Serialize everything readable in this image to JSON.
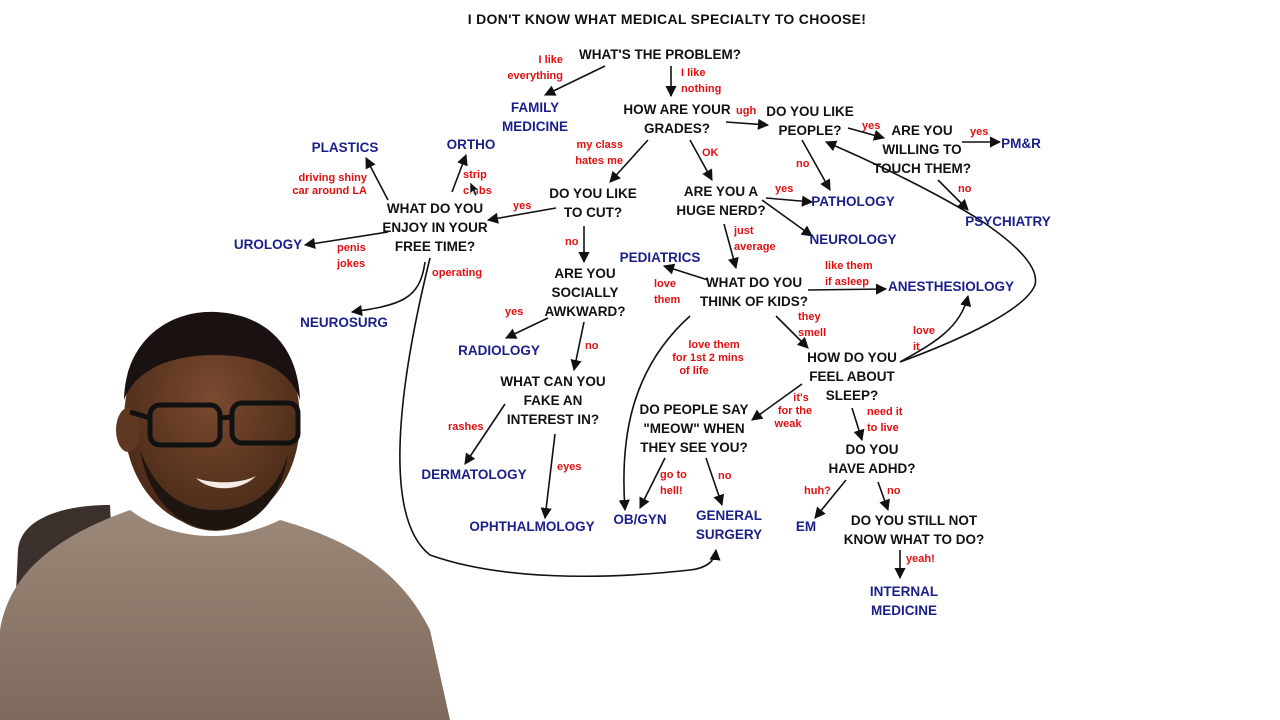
{
  "title": "I DON'T KNOW WHAT MEDICAL SPECIALTY TO CHOOSE!",
  "colors": {
    "question": "#111111",
    "specialty": "#1a1f8a",
    "edge_label": "#e01010",
    "background": "#ffffff"
  },
  "nodes": {
    "problem": [
      "WHAT'S THE PROBLEM?"
    ],
    "grades": [
      "HOW ARE YOUR",
      "GRADES?"
    ],
    "like_people": [
      "DO YOU LIKE",
      "PEOPLE?"
    ],
    "touch": [
      "ARE YOU",
      "WILLING TO",
      "TOUCH THEM?"
    ],
    "cut": [
      "DO YOU LIKE",
      "TO CUT?"
    ],
    "nerd": [
      "ARE YOU A",
      "HUGE NERD?"
    ],
    "free_time": [
      "WHAT DO YOU",
      "ENJOY IN YOUR",
      "FREE TIME?"
    ],
    "awkward": [
      "ARE YOU",
      "SOCIALLY",
      "AWKWARD?"
    ],
    "kids": [
      "WHAT DO YOU",
      "THINK OF KIDS?"
    ],
    "fake": [
      "WHAT CAN YOU",
      "FAKE AN",
      "INTEREST IN?"
    ],
    "sleep": [
      "HOW DO YOU",
      "FEEL ABOUT",
      "SLEEP?"
    ],
    "meow": [
      "DO PEOPLE SAY",
      "\"MEOW\" WHEN",
      "THEY SEE YOU?"
    ],
    "adhd": [
      "DO YOU",
      "HAVE ADHD?"
    ],
    "still": [
      "DO YOU STILL NOT",
      "KNOW WHAT TO DO?"
    ]
  },
  "specialties": {
    "family": [
      "FAMILY",
      "MEDICINE"
    ],
    "pmr": [
      "PM&R"
    ],
    "plastics": [
      "PLASTICS"
    ],
    "ortho": [
      "ORTHO"
    ],
    "pathology": [
      "PATHOLOGY"
    ],
    "psychiatry": [
      "PSYCHIATRY"
    ],
    "urology": [
      "UROLOGY"
    ],
    "neurology": [
      "NEUROLOGY"
    ],
    "pediatrics": [
      "PEDIATRICS"
    ],
    "anesthesiology": [
      "ANESTHESIOLOGY"
    ],
    "neurosurg": [
      "NEUROSURG"
    ],
    "radiology": [
      "RADIOLOGY"
    ],
    "dermatology": [
      "DERMATOLOGY"
    ],
    "ophthalmology": [
      "OPHTHALMOLOGY"
    ],
    "obgyn": [
      "OB/GYN"
    ],
    "general_surgery": [
      "GENERAL",
      "SURGERY"
    ],
    "em": [
      "EM"
    ],
    "internal": [
      "INTERNAL",
      "MEDICINE"
    ]
  },
  "edges": {
    "like_everything": [
      "I like",
      "everything"
    ],
    "like_nothing": [
      "I like",
      "nothing"
    ],
    "ugh": [
      "ugh"
    ],
    "yes_touch": [
      "yes"
    ],
    "yes_pmr": [
      "yes"
    ],
    "no_psych": [
      "no"
    ],
    "no_path": [
      "no"
    ],
    "class_hates": [
      "my class",
      "hates me"
    ],
    "ok": [
      "OK"
    ],
    "strip_clubs": [
      "strip",
      "clubs"
    ],
    "shiny_car": [
      "driving shiny",
      "car around LA"
    ],
    "yes_cut": [
      "yes"
    ],
    "yes_nerd": [
      "yes"
    ],
    "penis_jokes": [
      "penis",
      "jokes"
    ],
    "operating": [
      "operating"
    ],
    "no_cut": [
      "no"
    ],
    "just_average": [
      "just",
      "average"
    ],
    "love_them": [
      "love",
      "them"
    ],
    "asleep": [
      "like them",
      "if asleep"
    ],
    "yes_radio": [
      "yes"
    ],
    "no_fake": [
      "no"
    ],
    "they_smell": [
      "they",
      "smell"
    ],
    "love_it": [
      "love",
      "it"
    ],
    "first_mins": [
      "love them",
      "for 1st 2 mins",
      "of life"
    ],
    "rashes": [
      "rashes"
    ],
    "eyes": [
      "eyes"
    ],
    "for_weak": [
      "it's",
      "for the",
      "weak"
    ],
    "need_it": [
      "need it",
      "to live"
    ],
    "go_hell": [
      "go to",
      "hell!"
    ],
    "no_meow": [
      "no"
    ],
    "huh": [
      "huh?"
    ],
    "no_adhd": [
      "no"
    ],
    "yeah": [
      "yeah!"
    ]
  }
}
